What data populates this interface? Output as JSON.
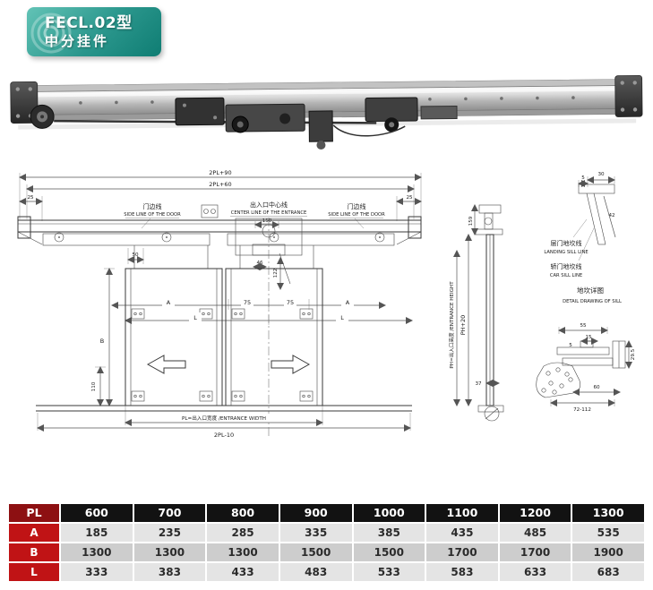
{
  "badge": {
    "model": "FECL.02型",
    "type_name": "中分挂件"
  },
  "front": {
    "dim_2pl_90": "2PL+90",
    "dim_2pl_60": "2PL+60",
    "dim_25_left": "25",
    "dim_25_right": "25",
    "side_line_left_cn": "门边线",
    "side_line_left_en": "SIDE LINE OF THE DOOR",
    "center_line_cn": "出入口中心线",
    "center_line_en": "CENTER LINE OF THE ENTRANCE",
    "dim_150": "150",
    "side_line_right_cn": "门边线",
    "side_line_right_en": "SIDE LINE OF THE DOOR",
    "dim_50": "50",
    "dim_46": "46",
    "dim_122": "122",
    "dim_a_left": "A",
    "dim_75_left": "75",
    "dim_75_right": "75",
    "dim_a_right": "A",
    "dim_l_left": "L",
    "dim_l_right": "L",
    "dim_b": "B",
    "dim_110": "110",
    "entrance_width": "PL=出入口宽度 /ENTRANCE WIDTH",
    "dim_2pl_10": "2PL-10"
  },
  "side": {
    "dim_159": "159",
    "dim_ph_20": "PH+20",
    "entrance_height": "PH=出入口高度 /ENTRANCE HEIGHT",
    "dim_37": "37"
  },
  "sill": {
    "dim_5_top": "5",
    "dim_30": "30",
    "dim_42": "42",
    "landing_sill_cn": "层门地坎线",
    "landing_sill_en": "LANDING SILL LINE",
    "car_sill_cn": "轿门地坎线",
    "car_sill_en": "CAR SILL LINE",
    "detail_title_cn": "地坎详图",
    "detail_title_en": "DETAIL DRAWING OF SILL",
    "dim_55": "55",
    "dim_15": "15",
    "dim_5_side": "5",
    "dim_29_5": "29.5",
    "dim_60": "60",
    "dim_72_112": "72-112"
  },
  "table": {
    "header_label": "PL",
    "header_values": [
      "600",
      "700",
      "800",
      "900",
      "1000",
      "1100",
      "1200",
      "1300"
    ],
    "rows": [
      {
        "label": "A",
        "values": [
          "185",
          "235",
          "285",
          "335",
          "385",
          "435",
          "485",
          "535"
        ]
      },
      {
        "label": "B",
        "values": [
          "1300",
          "1300",
          "1300",
          "1500",
          "1500",
          "1700",
          "1700",
          "1900"
        ]
      },
      {
        "label": "L",
        "values": [
          "333",
          "383",
          "433",
          "483",
          "533",
          "583",
          "633",
          "683"
        ]
      }
    ]
  },
  "colors": {
    "accent_teal": "#2a968c",
    "label_red": "#c01315",
    "header_black": "#121212"
  }
}
